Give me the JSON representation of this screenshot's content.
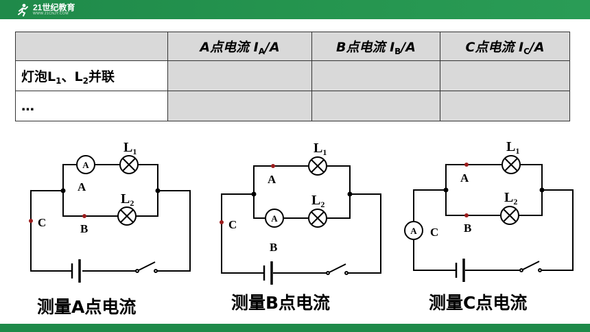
{
  "brand": {
    "name": "21世纪教育",
    "sub": "WWW.21CNJY.COM"
  },
  "table": {
    "headers": [
      "",
      "A点电流 I",
      "B点电流 I",
      "C点电流 I"
    ],
    "header_subs": [
      "",
      "A",
      "B",
      "C"
    ],
    "header_units": [
      "",
      "/A",
      "/A",
      "/A"
    ],
    "rows": [
      {
        "label_main": "灯泡L",
        "sub1": "1",
        "mid": "、L",
        "sub2": "2",
        "tail": "并联"
      },
      {
        "label_main": "…"
      }
    ]
  },
  "circuits": [
    {
      "caption": "测量A点电流",
      "ammeter": "A",
      "point_a": "A",
      "point_b": "B",
      "point_c": "C",
      "lamp1": "L",
      "lamp1_sub": "1",
      "lamp2": "L",
      "lamp2_sub": "2"
    },
    {
      "caption": "测量B点电流",
      "ammeter": "A",
      "point_a": "A",
      "point_b": "B",
      "point_c": "C",
      "lamp1": "L",
      "lamp1_sub": "1",
      "lamp2": "L",
      "lamp2_sub": "2"
    },
    {
      "caption": "测量C点电流",
      "ammeter": "A",
      "point_a": "A",
      "point_b": "B",
      "point_c": "C",
      "lamp1": "L",
      "lamp1_sub": "1",
      "lamp2": "L",
      "lamp2_sub": "2"
    }
  ]
}
